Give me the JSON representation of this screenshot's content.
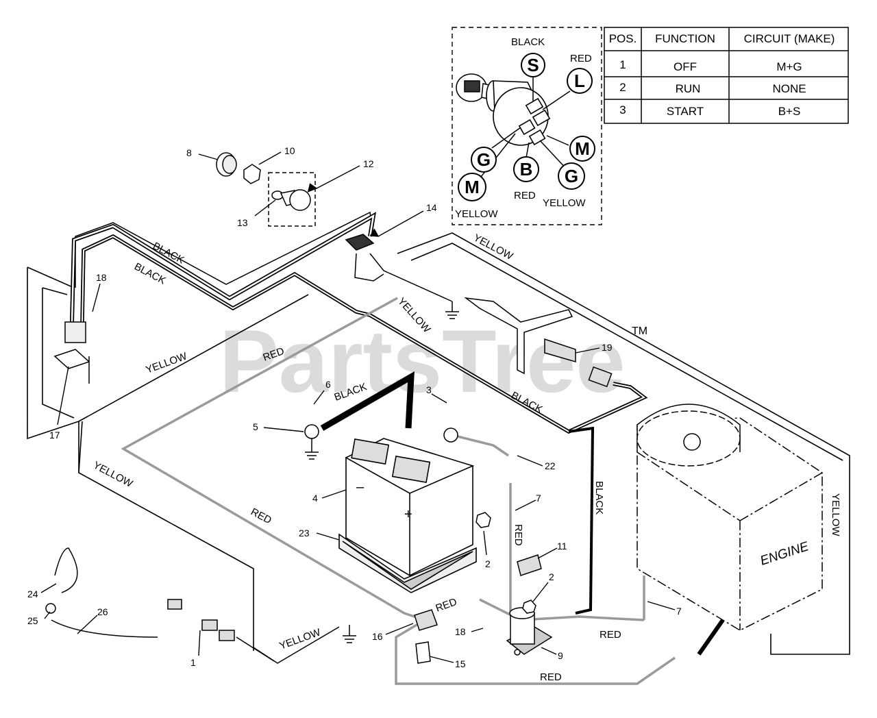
{
  "watermark": {
    "text": "PartsTree",
    "tm": "TM"
  },
  "switch_table": {
    "headers": [
      "POS.",
      "FUNCTION",
      "CIRCUIT  (MAKE)"
    ],
    "rows": [
      [
        "1",
        "OFF",
        "M+G"
      ],
      [
        "2",
        "RUN",
        "NONE"
      ],
      [
        "3",
        "START",
        "B+S"
      ]
    ]
  },
  "ignition_switch_inset": {
    "terminals": {
      "S": {
        "letter": "S",
        "wire": "BLACK"
      },
      "L": {
        "letter": "L",
        "wire": "RED"
      },
      "M_right": {
        "letter": "M"
      },
      "G_right": {
        "letter": "G",
        "wire": "YELLOW"
      },
      "B": {
        "letter": "B",
        "wire": "RED"
      },
      "G_left": {
        "letter": "G"
      },
      "M_left": {
        "letter": "M",
        "wire": "YELLOW"
      }
    }
  },
  "wire_labels": {
    "black_1": "BLACK",
    "black_2": "BLACK",
    "black_3": "BLACK",
    "black_4": "BLACK",
    "black_5": "BLACK",
    "yellow_1": "YELLOW",
    "yellow_2": "YELLOW",
    "yellow_3": "YELLOW",
    "yellow_4": "YELLOW",
    "yellow_5": "YELLOW",
    "red_1": "RED",
    "red_2": "RED",
    "red_3": "RED",
    "red_4": "RED",
    "red_5": "RED",
    "red_6": "RED"
  },
  "engine_label": "ENGINE",
  "callouts": {
    "c1": "1",
    "c2a": "2",
    "c2b": "2",
    "c3": "3",
    "c4": "4",
    "c5": "5",
    "c6": "6",
    "c7a": "7",
    "c7b": "7",
    "c8": "8",
    "c9": "9",
    "c10": "10",
    "c11": "11",
    "c12": "12",
    "c13": "13",
    "c14": "14",
    "c15": "15",
    "c16": "16",
    "c17": "17",
    "c18a": "18",
    "c18b": "18",
    "c19": "19",
    "c22": "22",
    "c23": "23",
    "c24": "24",
    "c25": "25",
    "c26": "26"
  },
  "battery_marks": {
    "minus": "–",
    "plus": "+"
  }
}
